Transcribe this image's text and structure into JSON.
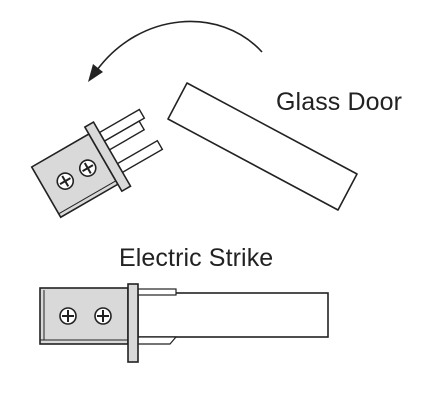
{
  "labels": {
    "glass_door": "Glass Door",
    "electric_strike": "Electric Strike"
  },
  "colors": {
    "stroke": "#222222",
    "strike_body_fill": "#d9d9d9",
    "panel_fill": "#ffffff",
    "background": "#ffffff"
  },
  "icons": {
    "rotation_arrow": "curved-arrow-counterclockwise",
    "screw": "phillips-screw"
  }
}
